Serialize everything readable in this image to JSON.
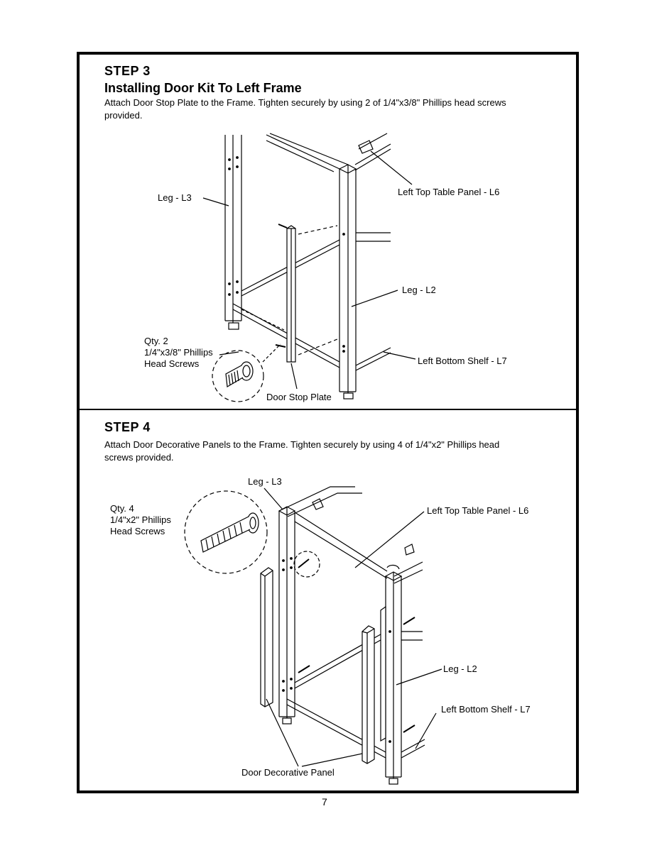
{
  "step3": {
    "heading": "STEP 3",
    "subheading": "Installing Door Kit To Left Frame",
    "instructions": "Attach Door Stop Plate to the Frame. Tighten securely by using 2 of 1/4\"x3/8\" Phillips head screws provided.",
    "labels": {
      "leg_l3": "Leg - L3",
      "left_top_table_panel": "Left Top Table Panel - L6",
      "leg_l2": "Leg - L2",
      "qty": "Qty. 2",
      "screw_size": "1/4\"x3/8\" Phillips",
      "screw_type": "Head Screws",
      "left_bottom_shelf": "Left Bottom Shelf - L7",
      "door_stop_plate": "Door Stop Plate"
    }
  },
  "step4": {
    "heading": "STEP 4",
    "instructions": "Attach Door Decorative Panels to the Frame. Tighten securely by using 4 of 1/4\"x2\" Phillips head screws provided.",
    "labels": {
      "leg_l3": "Leg - L3",
      "qty": "Qty. 4",
      "screw_size": "1/4\"x2\" Phillips",
      "screw_type": "Head Screws",
      "left_top_table_panel": "Left Top Table Panel - L6",
      "leg_l2": "Leg - L2",
      "left_bottom_shelf": "Left Bottom Shelf - L7",
      "door_decorative_panel": "Door Decorative Panel"
    }
  },
  "page_number": "7"
}
